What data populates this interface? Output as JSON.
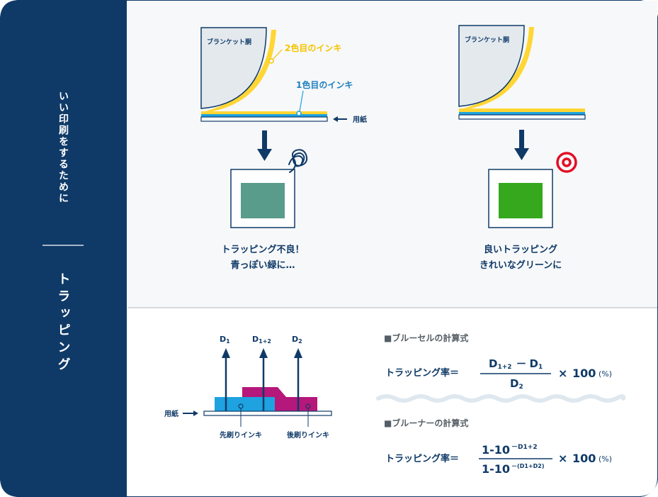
{
  "colors": {
    "navy": "#0f3a68",
    "panel_bg": "#f7f8f9",
    "yellow": "#ffd633",
    "cyan": "#1ea2e0",
    "magenta": "#b5177a",
    "green_bad": "#5a9c8b",
    "green_good": "#35a81e",
    "red_target": "#e30d25",
    "cylinder": "#e4e9ee",
    "label_blue": "#1e7fc0",
    "label_yellow": "#f5c400",
    "wave": "#dfe8ef"
  },
  "sidebar": {
    "heading": "いい印刷をするために",
    "title": "トラッピング"
  },
  "top_left": {
    "cylinder_label": "ブランケット胴",
    "ink2_label": "2色目のインキ",
    "ink1_label": "1色目のインキ",
    "paper_label": "用紙",
    "caption_line1": "トラッピング不良！",
    "caption_line2": "青っぽい緑に…"
  },
  "top_right": {
    "cylinder_label": "ブランケット胴",
    "caption_line1": "良いトラッピング",
    "caption_line2": "きれいなグリーンに"
  },
  "density_diagram": {
    "d1_main": "D",
    "d1_sub": "1",
    "d12_main": "D",
    "d12_sub": "1+2",
    "d2_main": "D",
    "d2_sub": "2",
    "paper_label": "用紙",
    "first_ink_label": "先刷りインキ",
    "second_ink_label": "後刷りインキ"
  },
  "formula_brunner_cell": {
    "heading": "■ブルーセルの計算式",
    "lhs": "トラッピング率＝",
    "num_d_a": "D",
    "num_sub_a": "1+2",
    "num_minus": "－",
    "num_d_b": "D",
    "num_sub_b": "1",
    "den_d": "D",
    "den_sub": "2",
    "times": "×",
    "hundred": "100",
    "percent": "(%)"
  },
  "formula_brunner": {
    "heading": "■ブルーナーの計算式",
    "lhs": "トラッピング率＝",
    "num_base": "1-10",
    "num_exp": "－D1+2",
    "den_base": "1-10",
    "den_exp": "－(D1+D2)",
    "times": "×",
    "hundred": "100",
    "percent": "(%)"
  }
}
